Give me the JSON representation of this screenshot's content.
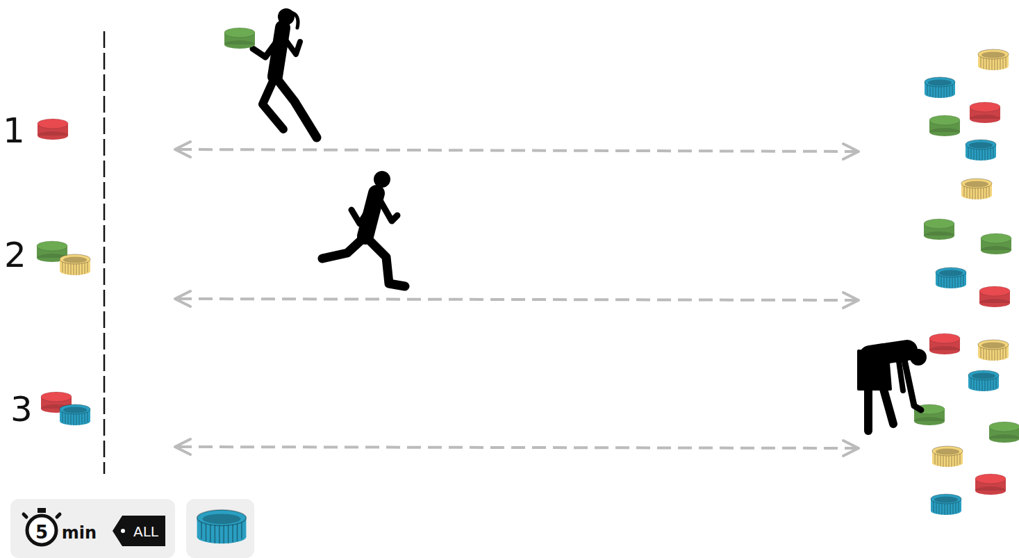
{
  "diagram": {
    "labels": [
      "1",
      "2",
      "3",
      "5",
      "min",
      "ALL"
    ]
  }
}
